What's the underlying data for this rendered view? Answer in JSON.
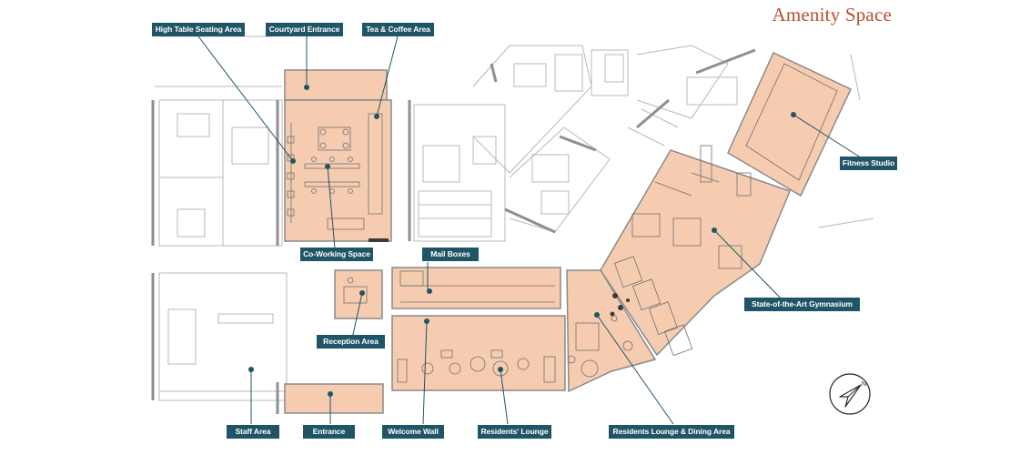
{
  "title": "Amenity Space",
  "colors": {
    "amenity_fill": "#f6ccb0",
    "label_bg": "#1f5566",
    "title": "#b5502c",
    "wall": "#8a8a8a",
    "line": "#b5b5b5"
  },
  "labels": {
    "high_table": "High Table Seating Area",
    "courtyard_entrance": "Courtyard Entrance",
    "tea_coffee": "Tea & Coffee Area",
    "co_working": "Co-Working Space",
    "mail_boxes": "Mail Boxes",
    "reception": "Reception Area",
    "staff_area": "Staff Area",
    "entrance": "Entrance",
    "welcome_wall": "Welcome Wall",
    "residents_lounge": "Residents' Lounge",
    "lounge_dining": "Residents Lounge & Dining Area",
    "gymnasium": "State-of-the-Art Gymnasium",
    "fitness_studio": "Fitness Studio"
  },
  "compass": {
    "north_label": "N",
    "icon": "compass-icon"
  }
}
